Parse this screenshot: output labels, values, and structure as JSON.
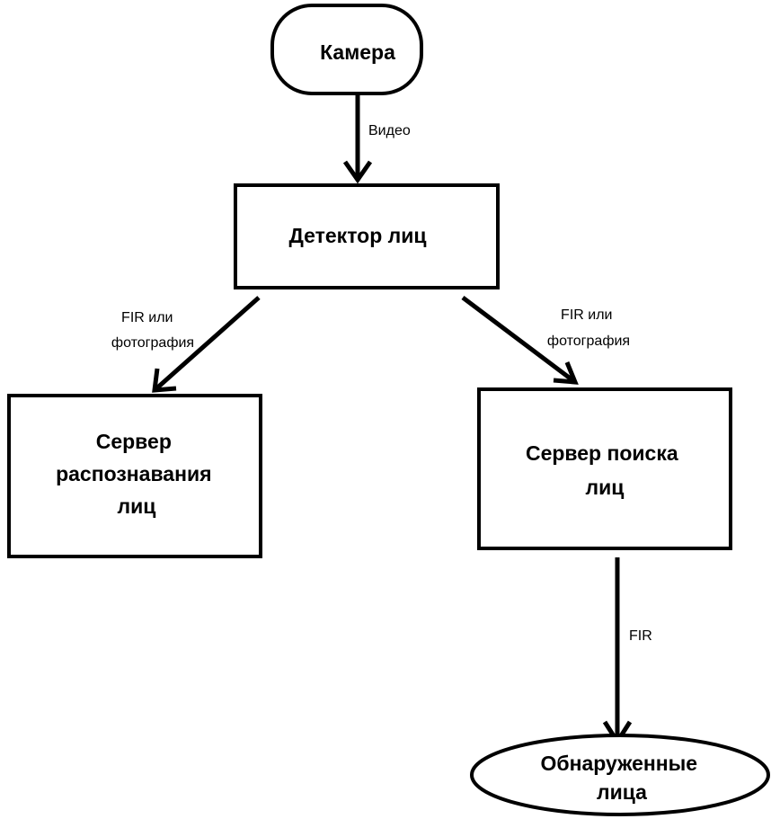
{
  "nodes": {
    "camera": {
      "lines": [
        "Камера"
      ],
      "shape": "rounded-rectangle"
    },
    "face_detector": {
      "lines": [
        "Детектор лиц"
      ],
      "shape": "rectangle"
    },
    "recognition_server": {
      "lines": [
        "Сервер",
        "распознавания",
        "лиц"
      ],
      "shape": "rectangle"
    },
    "search_server": {
      "lines": [
        "Сервер поиска",
        "лиц"
      ],
      "shape": "rectangle"
    },
    "detected_faces": {
      "lines": [
        "Обнаруженные",
        "лица"
      ],
      "shape": "ellipse"
    }
  },
  "edges": {
    "camera_to_detector": {
      "lines": [
        "Видео"
      ]
    },
    "detector_to_recognition": {
      "lines": [
        "FIR или",
        "фотография"
      ]
    },
    "detector_to_search": {
      "lines": [
        "FIR или",
        "фотография"
      ]
    },
    "search_to_detected": {
      "lines": [
        "FIR"
      ]
    }
  },
  "colors": {
    "stroke": "#000000",
    "fill": "#ffffff",
    "text": "#000000"
  }
}
